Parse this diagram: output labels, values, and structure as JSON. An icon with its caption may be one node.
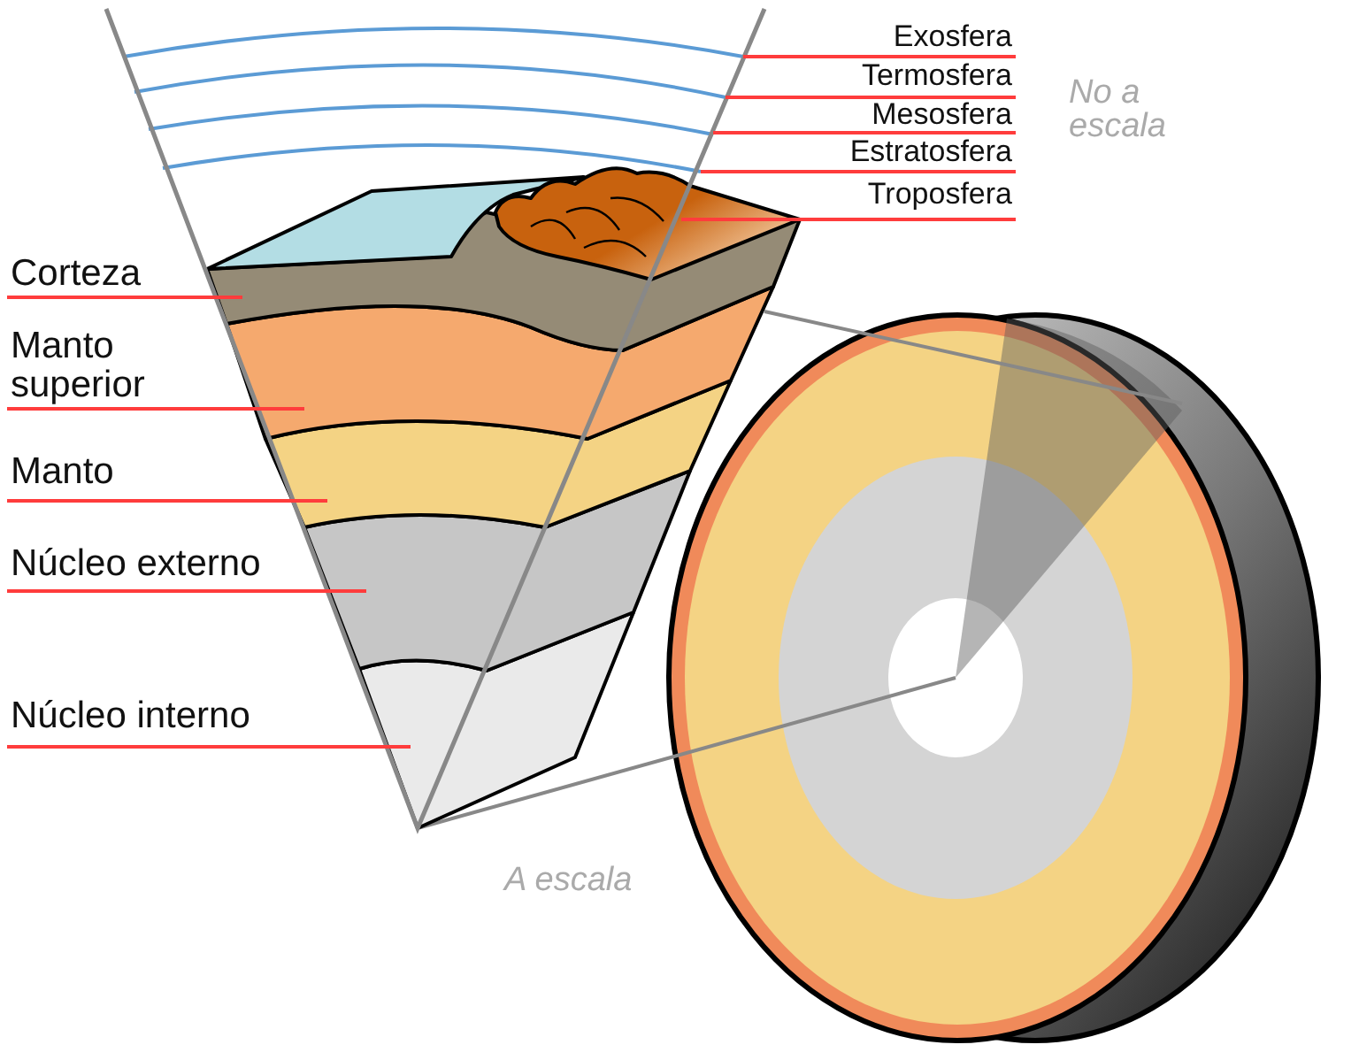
{
  "diagram": {
    "nodes": [
      {
        "text": [
          "Corteza"
        ]
      },
      {
        "text": [
          "Manto superior"
        ]
      },
      {
        "text": [
          "Manto"
        ]
      },
      {
        "text": [
          "Núcleo externo"
        ]
      },
      {
        "text": [
          "Núcleo interno"
        ]
      },
      {
        "text": [
          "Exosfera"
        ]
      },
      {
        "text": [
          "Termosfera"
        ]
      },
      {
        "text": [
          "Mesosfera"
        ]
      },
      {
        "text": [
          "Estratosfera"
        ]
      },
      {
        "text": [
          "Troposfera"
        ]
      }
    ],
    "edges": [
      {
        "from": 0,
        "to": null,
        "arrow": "none"
      },
      {
        "from": 1,
        "to": null,
        "arrow": "none"
      },
      {
        "from": 2,
        "to": null,
        "arrow": "none"
      },
      {
        "from": 3,
        "to": null,
        "arrow": "none"
      },
      {
        "from": 4,
        "to": null,
        "arrow": "none"
      },
      {
        "from": 5,
        "to": null,
        "arrow": "none"
      },
      {
        "from": 6,
        "to": null,
        "arrow": "none"
      },
      {
        "from": 7,
        "to": null,
        "arrow": "none"
      },
      {
        "from": 8,
        "to": null,
        "arrow": "none"
      },
      {
        "from": 9,
        "to": null,
        "arrow": "none"
      }
    ],
    "labels": [
      "No a escala",
      "A escala"
    ]
  }
}
